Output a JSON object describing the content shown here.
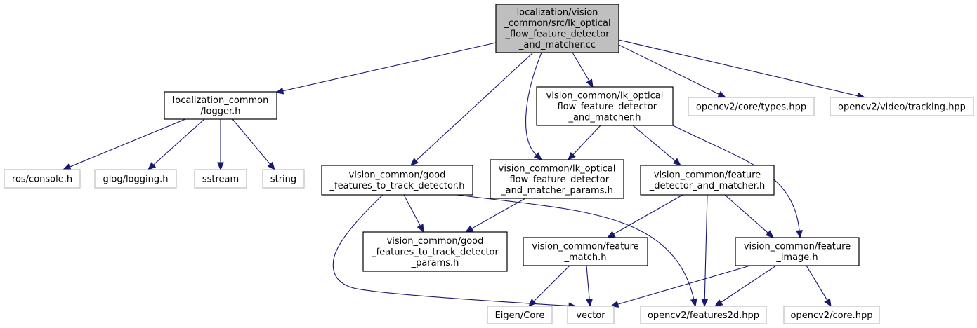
{
  "colors": {
    "edge": "#191970",
    "box_border": "#000000",
    "external_border": "#bfbfbf",
    "root_fill": "#bfbfbf",
    "node_fill": "#ffffff",
    "text": "#000000"
  },
  "nodes": [
    {
      "id": "root",
      "lines": [
        "localization/vision",
        "_common/src/lk_optical",
        "_flow_feature_detector",
        "_and_matcher.cc"
      ],
      "kind": "root"
    },
    {
      "id": "logger",
      "lines": [
        "localization_common",
        "/logger.h"
      ],
      "kind": "local"
    },
    {
      "id": "lkh",
      "lines": [
        "vision_common/lk_optical",
        "_flow_feature_detector",
        "_and_matcher.h"
      ],
      "kind": "local"
    },
    {
      "id": "types",
      "lines": [
        "opencv2/core/types.hpp"
      ],
      "kind": "external"
    },
    {
      "id": "tracking",
      "lines": [
        "opencv2/video/tracking.hpp"
      ],
      "kind": "external"
    },
    {
      "id": "ros",
      "lines": [
        "ros/console.h"
      ],
      "kind": "external"
    },
    {
      "id": "glog",
      "lines": [
        "glog/logging.h"
      ],
      "kind": "external"
    },
    {
      "id": "sstream",
      "lines": [
        "sstream"
      ],
      "kind": "external"
    },
    {
      "id": "string",
      "lines": [
        "string"
      ],
      "kind": "external"
    },
    {
      "id": "gftt",
      "lines": [
        "vision_common/good",
        "_features_to_track_detector.h"
      ],
      "kind": "local"
    },
    {
      "id": "lkparams",
      "lines": [
        "vision_common/lk_optical",
        "_flow_feature_detector",
        "_and_matcher_params.h"
      ],
      "kind": "local"
    },
    {
      "id": "fdm",
      "lines": [
        "vision_common/feature",
        "_detector_and_matcher.h"
      ],
      "kind": "local"
    },
    {
      "id": "gfttparams",
      "lines": [
        "vision_common/good",
        "_features_to_track_detector",
        "_params.h"
      ],
      "kind": "local"
    },
    {
      "id": "fmatch",
      "lines": [
        "vision_common/feature",
        "_match.h"
      ],
      "kind": "local"
    },
    {
      "id": "fimage",
      "lines": [
        "vision_common/feature",
        "_image.h"
      ],
      "kind": "local"
    },
    {
      "id": "eigen",
      "lines": [
        "Eigen/Core"
      ],
      "kind": "external"
    },
    {
      "id": "vector",
      "lines": [
        "vector"
      ],
      "kind": "external"
    },
    {
      "id": "f2d",
      "lines": [
        "opencv2/features2d.hpp"
      ],
      "kind": "external"
    },
    {
      "id": "corehpp",
      "lines": [
        "opencv2/core.hpp"
      ],
      "kind": "external"
    }
  ],
  "edges": [
    [
      "root",
      "logger"
    ],
    [
      "root",
      "gftt"
    ],
    [
      "root",
      "lkparams"
    ],
    [
      "root",
      "lkh"
    ],
    [
      "root",
      "types"
    ],
    [
      "root",
      "tracking"
    ],
    [
      "logger",
      "ros"
    ],
    [
      "logger",
      "glog"
    ],
    [
      "logger",
      "sstream"
    ],
    [
      "logger",
      "string"
    ],
    [
      "lkh",
      "lkparams"
    ],
    [
      "lkh",
      "fdm"
    ],
    [
      "lkh",
      "fimage"
    ],
    [
      "gftt",
      "gfttparams"
    ],
    [
      "gftt",
      "vector"
    ],
    [
      "gftt",
      "f2d"
    ],
    [
      "lkparams",
      "gfttparams"
    ],
    [
      "fdm",
      "fmatch"
    ],
    [
      "fdm",
      "f2d"
    ],
    [
      "fdm",
      "fimage"
    ],
    [
      "fmatch",
      "eigen"
    ],
    [
      "fmatch",
      "vector"
    ],
    [
      "fimage",
      "vector"
    ],
    [
      "fimage",
      "f2d"
    ],
    [
      "fimage",
      "corehpp"
    ]
  ]
}
